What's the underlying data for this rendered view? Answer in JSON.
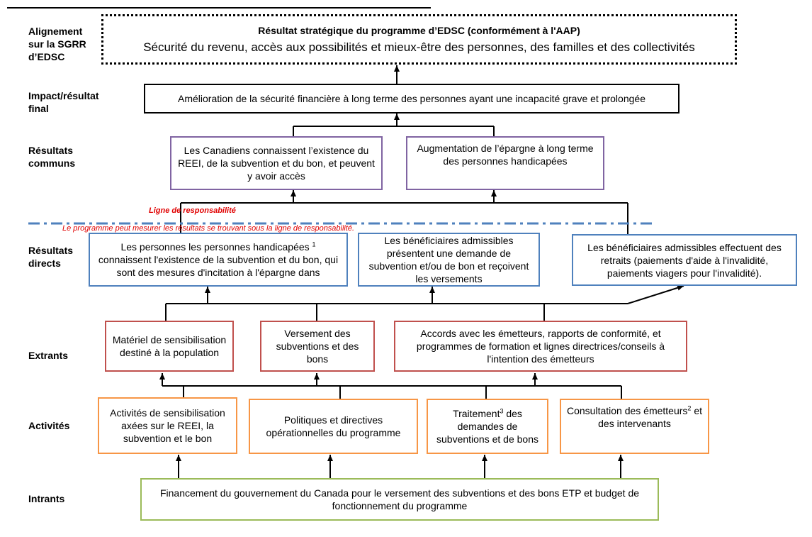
{
  "rows": {
    "alignment": "Alignement sur la SGRR d’EDSC",
    "impact": "Impact/résultat final",
    "common": "Résultats communs",
    "direct": "Résultats directs",
    "outputs": "Extrants",
    "activities": "Activités",
    "inputs": "Intrants"
  },
  "strategic": {
    "title": "Résultat stratégique du programme d’EDSC (conformément à l'AAP)",
    "text": "Sécurité du revenu, accès aux possibilités et mieux-être des personnes, des familles et des collectivités"
  },
  "impact": {
    "text": "Amélioration de la sécurité financière à long terme des personnes ayant une incapacité grave et prolongée"
  },
  "common": {
    "c1": "Les Canadiens connaissent l’existence du REEI, de la subvention et du bon, et peuvent y avoir accès",
    "c2": "Augmentation de l’épargne à long terme des personnes handicapées"
  },
  "responsibility": {
    "title": "Ligne de responsabilité",
    "note": "Le programme peut mesurer les résultats se trouvant sous la ligne de responsabilité."
  },
  "direct": {
    "d1_a": "Les personnes les personnes handicapées ",
    "d1_sup": "1",
    "d1_b": " connaissent l'existence de la subvention et du bon, qui sont des mesures d'incitation à l'épargne dans",
    "d2": "Les bénéficiaires admissibles présentent une demande de subvention et/ou de bon et reçoivent les versements",
    "d3": "Les bénéficiaires admissibles effectuent des retraits (paiements d'aide à l'invalidité, paiements viagers pour l'invalidité)."
  },
  "outputs": {
    "o1": "Matériel de sensibilisation destiné à la population",
    "o2": "Versement des subventions et des bons",
    "o3": "Accords avec les émetteurs, rapports de conformité, et programmes de formation et lignes directrices/conseils à l'intention des émetteurs"
  },
  "activities": {
    "a1": "Activités de sensibilisation axées sur le REEI, la subvention et le bon",
    "a2": "Politiques et directives opérationnelles du programme",
    "a3_a": "Traitement",
    "a3_sup": "3",
    "a3_b": " des demandes de subventions et de bons",
    "a4_a": "Consultation des émetteurs",
    "a4_sup": "2",
    "a4_b": " et des intervenants"
  },
  "inputs": {
    "text": "Financement du gouvernement du Canada pour le versement des subventions et des bons ETP et budget de fonctionnement du programme"
  },
  "colors": {
    "impact": "#000000",
    "common": "#8064a2",
    "direct": "#4f81bd",
    "outputs": "#c0504d",
    "activities": "#f79646",
    "inputs": "#9bbb59",
    "responsibility_text": "#e00000",
    "responsibility_line": "#4f81bd"
  }
}
